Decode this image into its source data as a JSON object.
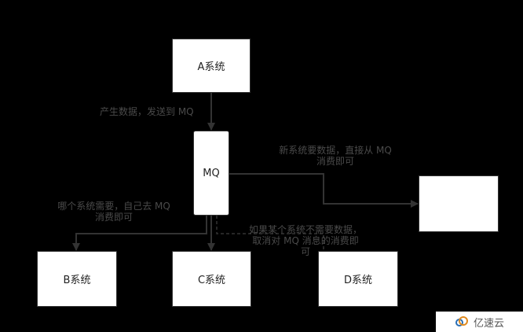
{
  "nodes": {
    "a": "A系统",
    "mq": "MQ",
    "b": "B系统",
    "c": "C系统",
    "d": "D系统",
    "new": ""
  },
  "labels": {
    "produce": "产生数据，发送到 MQ",
    "new_system": [
      "新系统要数据，直接从 MQ",
      "消费即可"
    ],
    "which_system": [
      "哪个系统需要，自己去 MQ",
      "消费即可"
    ],
    "unneeded": [
      "如果某个系统不需要数据，",
      "取消对 MQ 消息的消费即",
      "可"
    ]
  },
  "watermark": "亿速云",
  "colors": {
    "background": "#000000",
    "box": "#ffffff",
    "line": "#333333",
    "text": "#4a4a4a"
  }
}
